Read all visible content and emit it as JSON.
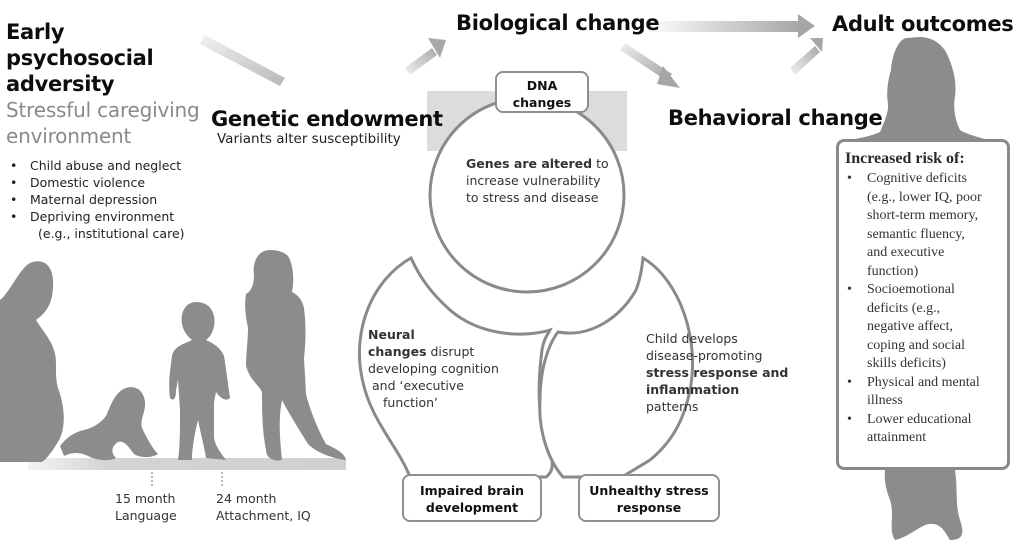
{
  "titles": {
    "early_adversity": "Early psychosocial adversity",
    "biological_change": "Biological change",
    "adult_outcomes": "Adult outcomes",
    "behavioral_change": "Behavioral change",
    "genetic_endowment": "Genetic endowment",
    "genetic_endowment_sub": "Variants alter susceptibility"
  },
  "stressful_env": {
    "heading_line1": "Stressful caregiving",
    "heading_line2": "environment",
    "items": [
      "Child abuse and neglect",
      "Domestic violence",
      "Maternal depression",
      "Depriving environment"
    ],
    "item4_cont": "(e.g., institutional care)"
  },
  "timeline": {
    "mark1_line1": "15 month",
    "mark1_line2": "Language",
    "mark2_line1": "24 month",
    "mark2_line2": "Attachment, IQ"
  },
  "circles": {
    "dna": {
      "box_line1": "DNA",
      "box_line2": "changes",
      "text_bold": "Genes are altered",
      "text_rest1": " to",
      "text_line2": "increase vulnerability",
      "text_line3": "to stress and disease"
    },
    "brain": {
      "text_bold1": "Neural",
      "text_bold2": "changes",
      "text_rest2": " disrupt",
      "text_line3": "developing  cognition",
      "text_line4": "and ‘executive",
      "text_line5": "function’",
      "box_line1": "Impaired brain",
      "box_line2": "development"
    },
    "stress": {
      "text_line1": "Child develops",
      "text_line2": "disease-promoting",
      "text_bold3": "stress response and",
      "text_bold4": "inflammation",
      "text_line5": "patterns",
      "box_line1": "Unhealthy stress",
      "box_line2": "response"
    }
  },
  "risk_box": {
    "heading": "Increased risk of:",
    "items": [
      [
        "Cognitive deficits",
        "(e.g., lower IQ, poor",
        "short-term memory,",
        "semantic fluency,",
        "and executive",
        "function)"
      ],
      [
        "Socioemotional",
        "deficits (e.g.,",
        "negative affect,",
        "coping and social",
        "skills deficits)"
      ],
      [
        "Physical and mental",
        "illness"
      ],
      [
        "Lower educational",
        "attainment"
      ]
    ]
  },
  "colors": {
    "silhouette": "#8c8c8c",
    "arrow": "#b3b3b3",
    "circle_stroke": "#8a8a8a",
    "ground": "#d4d4d4",
    "subheading_gray": "#8a8a8a"
  }
}
